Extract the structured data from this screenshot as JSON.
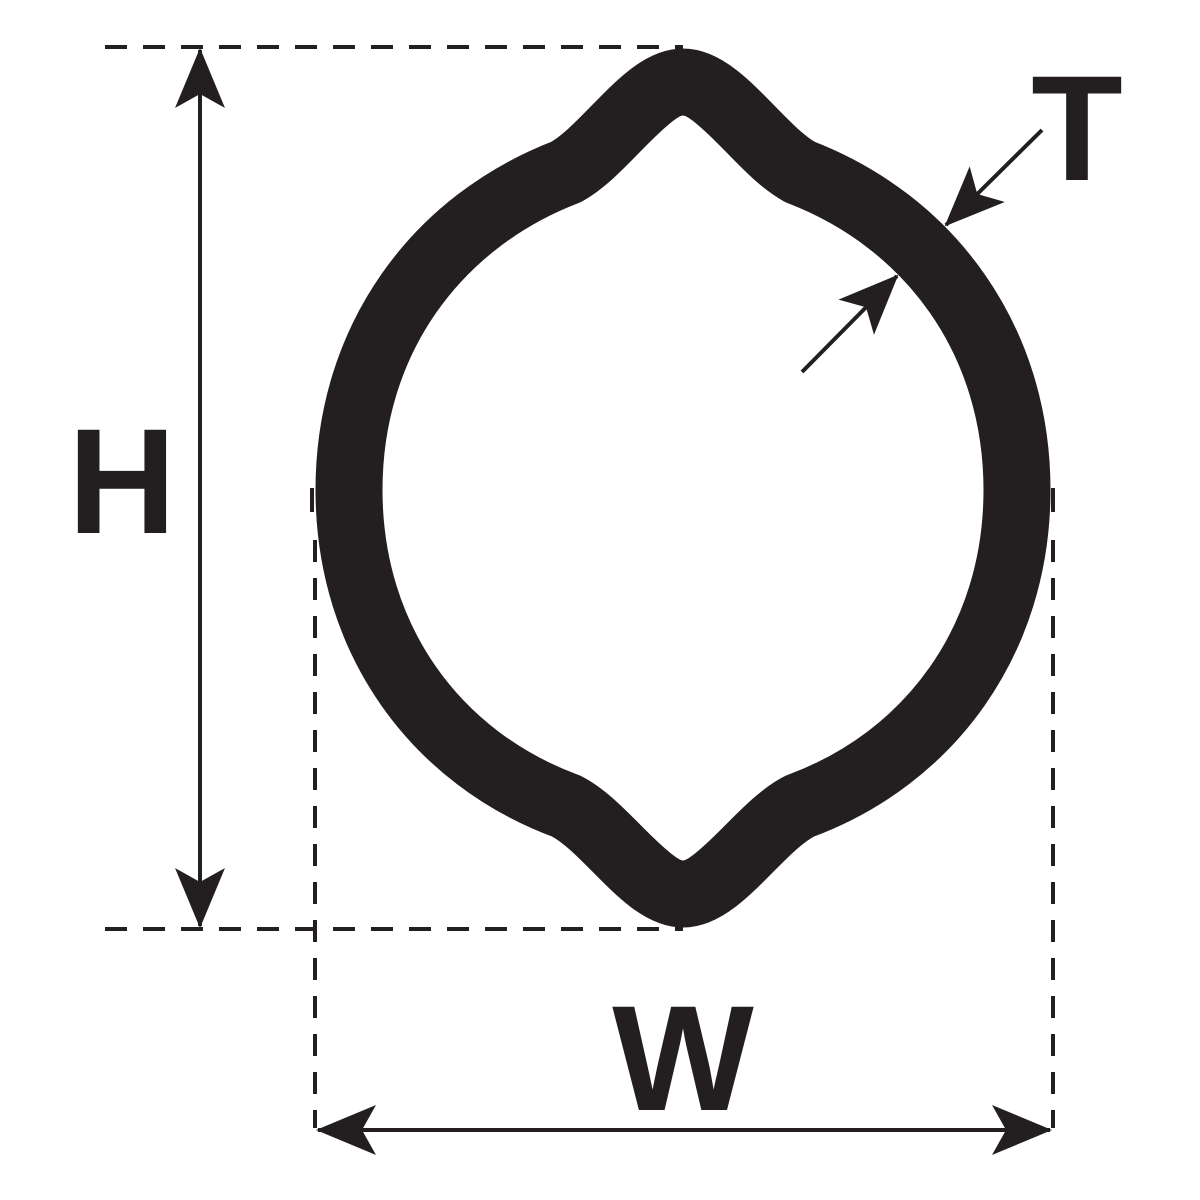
{
  "diagram": {
    "labels": {
      "height": "H",
      "width": "W",
      "thickness": "T"
    },
    "colors": {
      "stroke": "#231f20",
      "background": "#ffffff"
    },
    "shape": "lemon-profile tube cross-section"
  }
}
